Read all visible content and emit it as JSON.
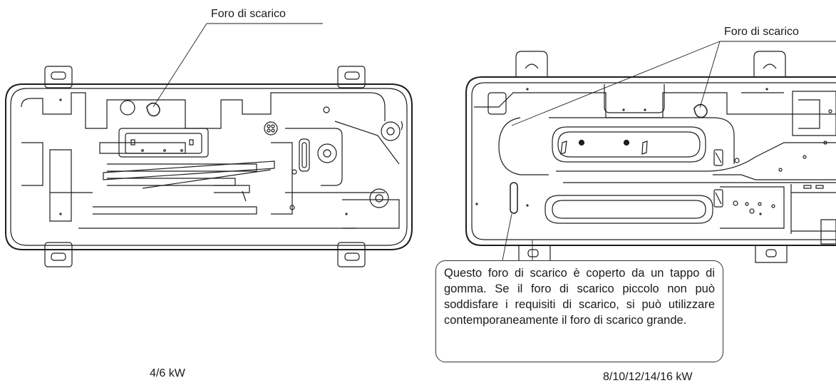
{
  "left_unit": {
    "callout_label": "Foro di scarico",
    "caption": "4/6 kW"
  },
  "right_unit": {
    "callout_label": "Foro di scarico",
    "caption": "8/10/12/14/16 kW",
    "note": "Questo foro di scarico è coperto da un tappo di gomma. Se il foro di scarico piccolo non può soddisfare i requisiti di scarico, si può utilizzare contemporaneamente il foro di scarico grande."
  }
}
